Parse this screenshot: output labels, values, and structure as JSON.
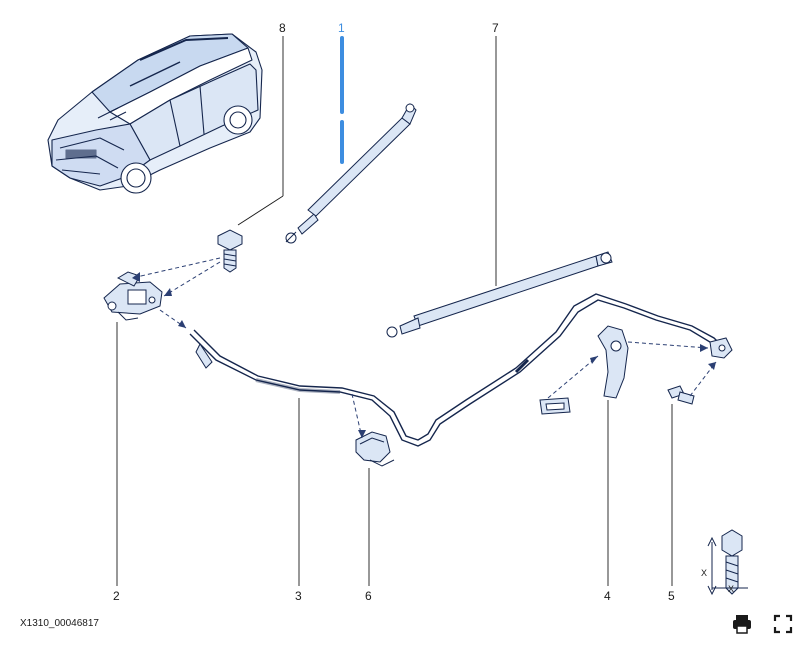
{
  "diagram": {
    "reference": "X1310_00046817",
    "callouts": [
      "8",
      "1",
      "7",
      "2",
      "3",
      "6",
      "4",
      "5"
    ],
    "dimension_marks": [
      "X",
      "X"
    ]
  },
  "toolbar": {
    "print_icon": "print-icon",
    "fullscreen_icon": "fullscreen-icon"
  },
  "colors": {
    "line": "#1a1a1a",
    "part_fill": "#dbe6f5",
    "part_stroke": "#15264d",
    "highlight": "#3d8de0",
    "dashed": "#2b3f73"
  }
}
